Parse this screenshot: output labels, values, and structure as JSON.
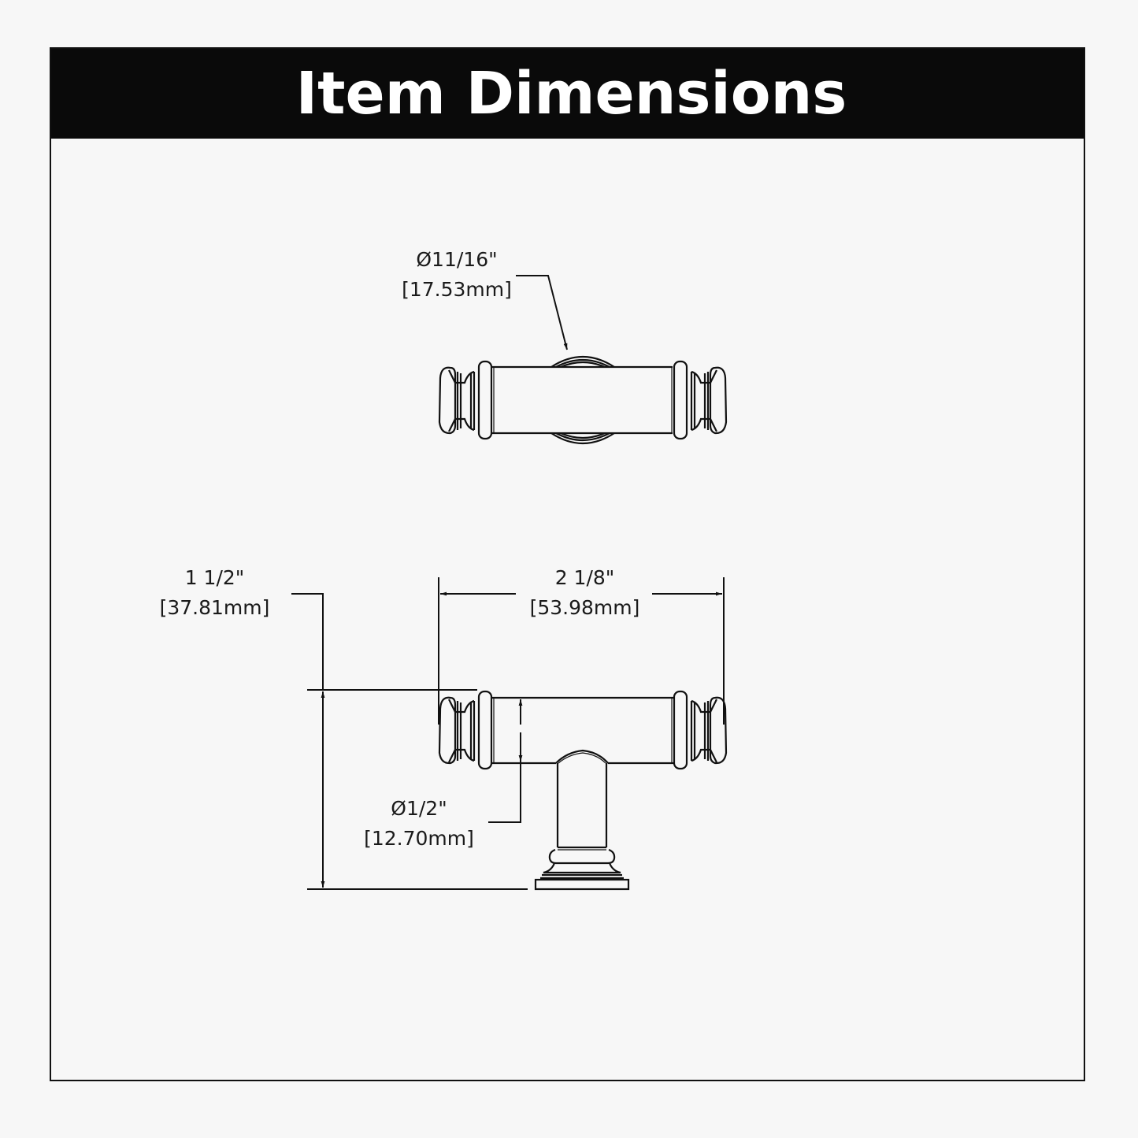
{
  "header": {
    "title": "Item Dimensions"
  },
  "top_view": {
    "diameter_label": {
      "imperial": "Ø11/16\"",
      "metric": "[17.53mm]"
    }
  },
  "front_view": {
    "height_label": {
      "imperial": "1 1/2\"",
      "metric": "[37.81mm]"
    },
    "width_label": {
      "imperial": "2 1/8\"",
      "metric": "[53.98mm]"
    },
    "bar_diameter_label": {
      "imperial": "Ø1/2\"",
      "metric": "[12.70mm]"
    }
  },
  "colors": {
    "header_bg": "#0a0a0a",
    "header_text": "#ffffff",
    "background": "#f7f7f7",
    "line": "#111111"
  }
}
